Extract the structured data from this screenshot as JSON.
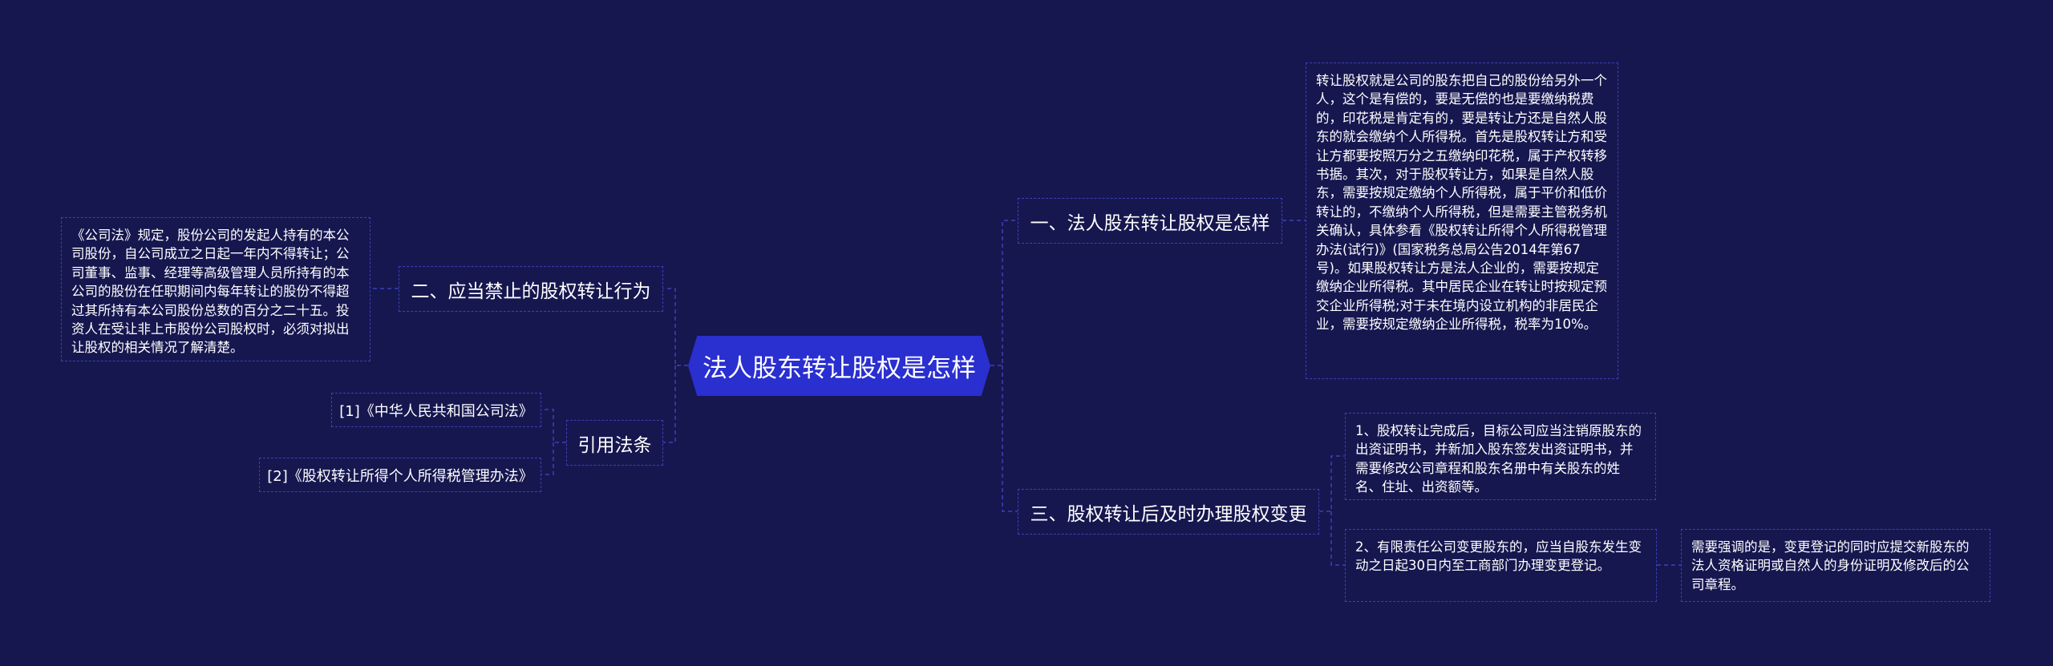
{
  "colors": {
    "background": "#16174f",
    "root_fill": "#2a2fd0",
    "border": "#3a40b8",
    "text": "#ffffff"
  },
  "root": {
    "label": "法人股东转让股权是怎样"
  },
  "branches": {
    "b1": {
      "label": "一、法人股东转让股权是怎样"
    },
    "b2": {
      "label": "二、应当禁止的股权转让行为"
    },
    "b3": {
      "label": "三、股权转让后及时办理股权变更"
    },
    "b4": {
      "label": "引用法条"
    }
  },
  "leaves": {
    "l1": "转让股权就是公司的股东把自己的股份给另外一个人，这个是有偿的，要是无偿的也是要缴纳税费的，印花税是肯定有的，要是转让方还是自然人股东的就会缴纳个人所得税。首先是股权转让方和受让方都要按照万分之五缴纳印花税，属于产权转移书据。其次，对于股权转让方，如果是自然人股东，需要按规定缴纳个人所得税，属于平价和低价转让的，不缴纳个人所得税，但是需要主管税务机关确认，具体参看《股权转让所得个人所得税管理办法(试行)》(国家税务总局公告2014年第67号)。如果股权转让方是法人企业的，需要按规定缴纳企业所得税。其中居民企业在转让时按规定预交企业所得税;对于未在境内设立机构的非居民企业，需要按规定缴纳企业所得税，税率为10%。",
    "l2": "《公司法》规定，股份公司的发起人持有的本公司股份，自公司成立之日起一年内不得转让；公司董事、监事、经理等高级管理人员所持有的本公司的股份在任职期间内每年转让的股份不得超过其所持有本公司股份总数的百分之二十五。投资人在受让非上市股份公司股权时，必须对拟出让股权的相关情况了解清楚。",
    "l3": "1、股权转让完成后，目标公司应当注销原股东的出资证明书，并新加入股东签发出资证明书，并需要修改公司章程和股东名册中有关股东的姓名、住址、出资额等。",
    "l4": "2、有限责任公司变更股东的，应当自股东发生变动之日起30日内至工商部门办理变更登记。",
    "l5": "需要强调的是，变更登记的同时应提交新股东的法人资格证明或自然人的身份证明及修改后的公司章程。"
  },
  "refs": {
    "r1": "[1]《中华人民共和国公司法》",
    "r2": "[2]《股权转让所得个人所得税管理办法》"
  }
}
